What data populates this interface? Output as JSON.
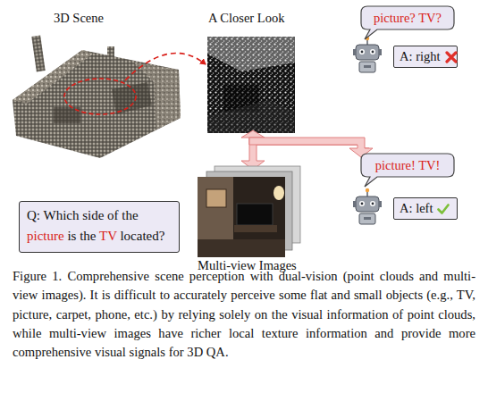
{
  "diagram": {
    "caption": "Figure 1. Comprehensive scene perception with dual-vision (point clouds and multi-view images). It is difficult to accurately perceive some flat and small objects (e.g., TV, picture, carpet, phone, etc.) by relying solely on the visual information of point clouds, while multi-view images have richer local texture information and provide more comprehensive visual signals for 3D QA.",
    "nodes": [
      {
        "text": [
          "picture? TV?"
        ]
      },
      {
        "text": [
          "A: right"
        ]
      },
      {
        "text": [
          "Q: Which side of the picture is the TV located?"
        ]
      },
      {
        "text": [
          "picture! TV!"
        ]
      },
      {
        "text": [
          "A: left"
        ]
      }
    ],
    "labels": [
      "3D Scene",
      "A Closer Look",
      "Multi-view Images"
    ]
  }
}
